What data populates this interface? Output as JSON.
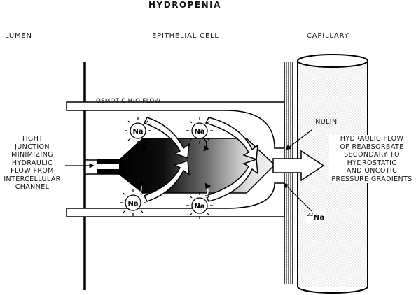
{
  "title": "HYDROPENIA",
  "columns": {
    "lumen": "LUMEN",
    "epithelial_cell": "EPITHELIAL CELL",
    "capillary": "CAPILLARY"
  },
  "labels": {
    "osmotic_flow": "OSMOTIC H₂O FLOW",
    "tight_junction": "TIGHT\nJUNCTION\nMINIMIZING\nHYDRAULIC\nFLOW FROM\nINTERCELLULAR\nCHANNEL",
    "inulin": "INULIN",
    "hydraulic_flow": "HYDRAULIC FLOW\nOF REABSORBATE\nSECONDARY TO\nHYDROSTATIC\nAND ONCOTIC\nPRESSURE GRADIENTS",
    "na22_mass": "22",
    "na22_symbol": "Na",
    "na_pump": "Na"
  }
}
